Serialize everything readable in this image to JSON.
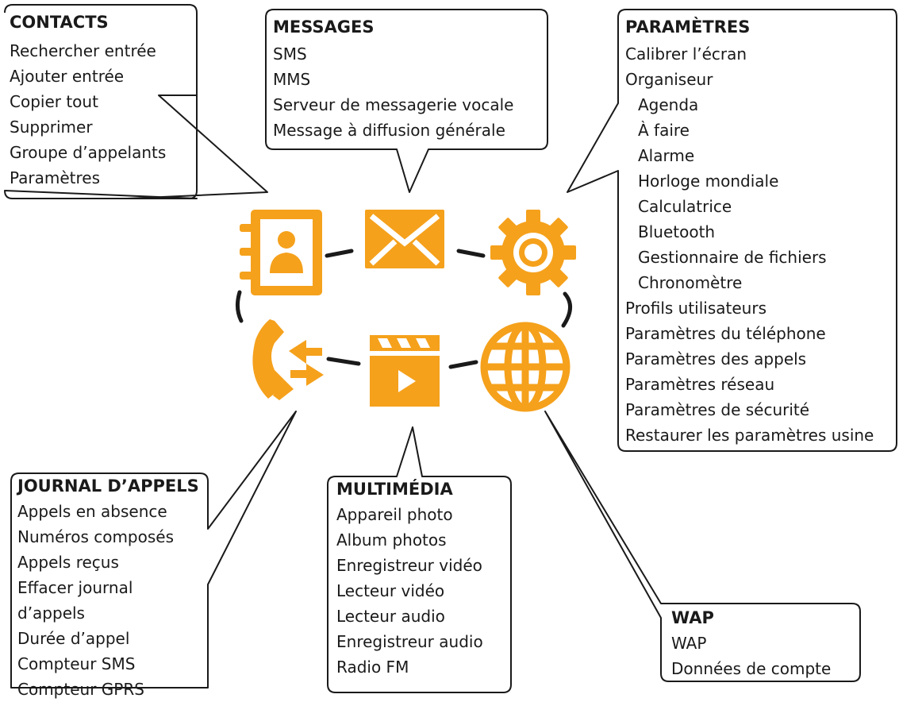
{
  "colors": {
    "accent": "#f5a11c",
    "outline": "#1a1a1a",
    "background": "#ffffff"
  },
  "icons": {
    "contacts": "address-book-icon",
    "messages": "envelope-icon",
    "settings": "gear-icon",
    "call_log": "call-log-icon",
    "multimedia": "film-clapper-icon",
    "wap": "globe-icon"
  },
  "contacts": {
    "title": "CONTACTS",
    "items": [
      "Rechercher entrée",
      "Ajouter entrée",
      "Copier tout",
      "Supprimer",
      "Groupe d’appelants",
      "Paramètres"
    ]
  },
  "messages": {
    "title": "MESSAGES",
    "items": [
      "SMS",
      "MMS",
      "Serveur de messagerie vocale",
      "Message à diffusion générale"
    ]
  },
  "settings": {
    "title": "PARAMÈTRES",
    "items": [
      "Calibrer l’écran",
      "Organiseur",
      "Profils utilisateurs",
      "Paramètres du téléphone",
      "Paramètres des appels",
      "Paramètres réseau",
      "Paramètres de sécurité",
      "Restaurer les paramètres usine"
    ],
    "organiser_items": [
      "Agenda",
      "À faire",
      "Alarme",
      "Horloge mondiale",
      "Calculatrice",
      "Bluetooth",
      "Gestionnaire de fichiers",
      "Chronomètre"
    ]
  },
  "call_log": {
    "title": "JOURNAL D’APPELS",
    "items": [
      "Appels en absence",
      "Numéros composés",
      "Appels reçus",
      "Effacer journal",
      "d’appels",
      "Durée d’appel",
      "Compteur SMS",
      "Compteur GPRS"
    ]
  },
  "multimedia": {
    "title": "MULTIMÉDIA",
    "items": [
      "Appareil photo",
      "Album photos",
      "Enregistreur vidéo",
      "Lecteur vidéo",
      "Lecteur audio",
      "Enregistreur audio",
      "Radio FM"
    ]
  },
  "wap": {
    "title": "WAP",
    "items": [
      "WAP",
      "Données de compte"
    ]
  }
}
